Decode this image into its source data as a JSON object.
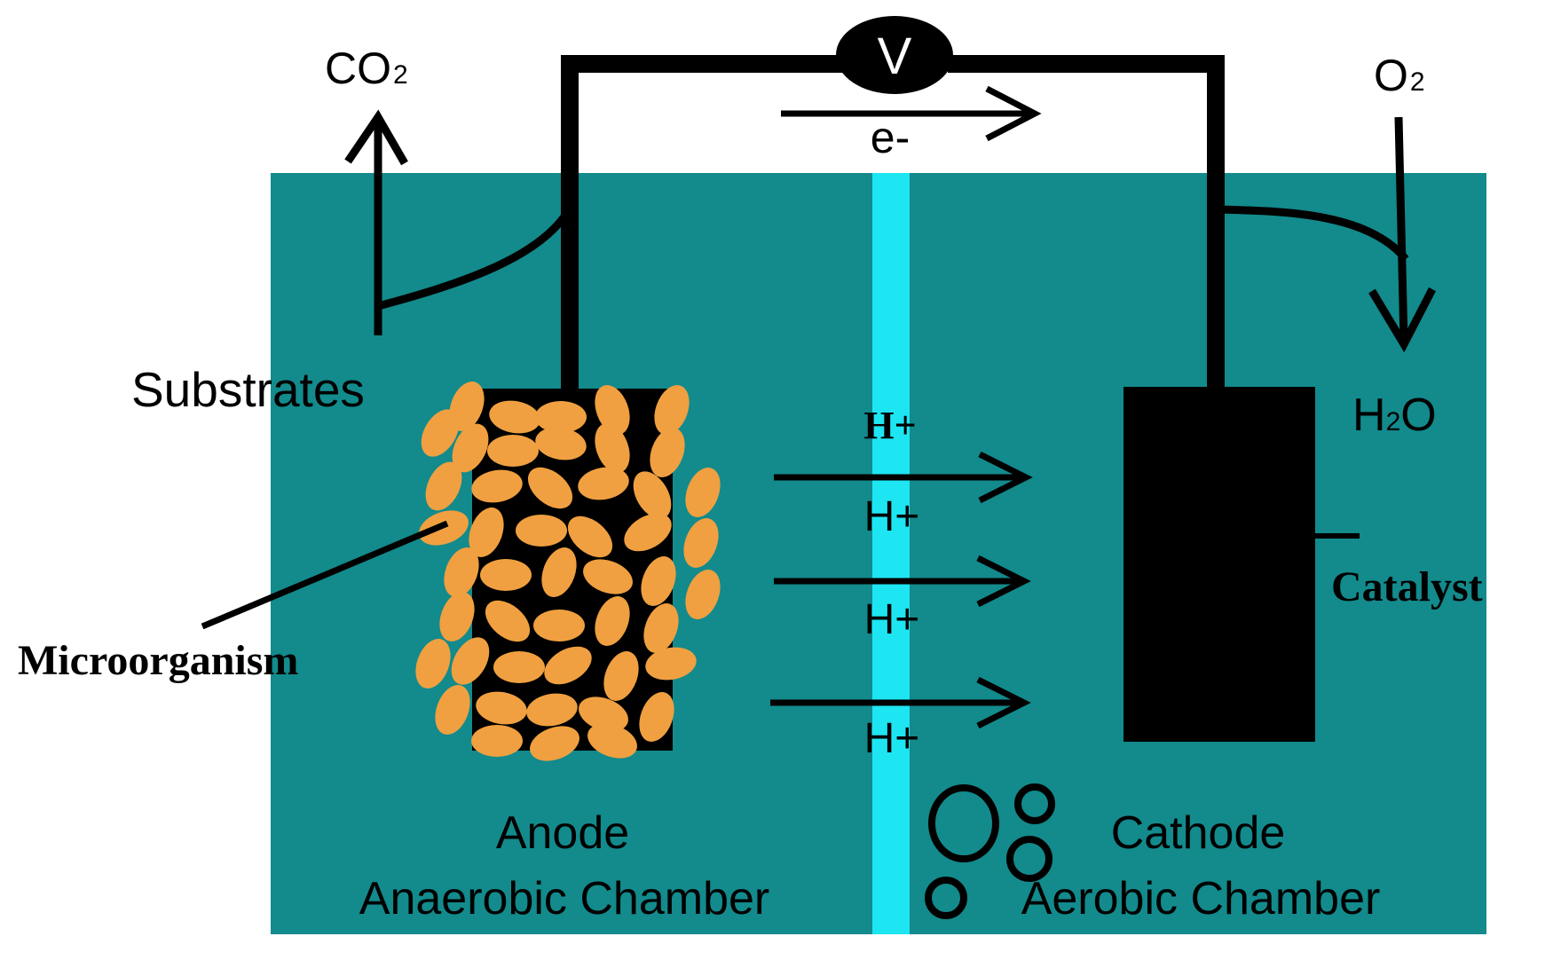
{
  "labels": {
    "co2": "CO",
    "co2_sub": "2",
    "o2": "O",
    "o2_sub": "2",
    "voltmeter": "V",
    "electron": "e-",
    "substrates": "Substrates",
    "h2o_h": "H",
    "h2o_sub": "2",
    "h2o_o": "O",
    "proton": "H+",
    "catalyst": "Catalyst",
    "microorganism": "Microorganism",
    "anode": "Anode",
    "anode_chamber": "Anaerobic Chamber",
    "cathode": "Cathode",
    "cathode_chamber": "Aerobic Chamber"
  },
  "colors": {
    "electrolyte": "#138a8c",
    "membrane": "#1ee5f2",
    "microbe": "#f0a040",
    "ink": "#000000",
    "background": "#ffffff"
  }
}
